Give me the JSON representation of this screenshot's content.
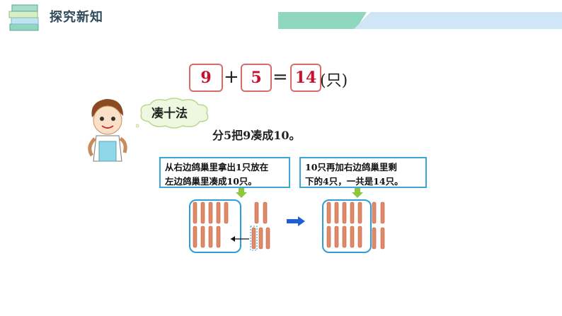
{
  "header": {
    "title": "探究新知",
    "book_icon": "stacked-books-icon",
    "colors": {
      "green": "#8fd7bf",
      "blue": "#cfe6f7"
    }
  },
  "equation": {
    "addend1": "9",
    "plus": "+",
    "addend2": "5",
    "equals": "=",
    "sum": "14",
    "unit": "(只)",
    "box_color": "#d96a6a",
    "number_color": "#c8102e"
  },
  "method": {
    "label": "凑十法",
    "explanation": "分5把9凑成10。"
  },
  "notes": {
    "left_line1": "从右边鸽巢里拿出1只放在",
    "left_line2": "左边鸽巢里凑成10只。",
    "right_line1": "10只再加右边鸽巢里剩",
    "right_line2": "下的4只，一共是14只。"
  },
  "icons": {
    "boy": "boy-illustration",
    "cloud": "thought-cloud-icon",
    "down_arrow": "green-down-arrow-icon",
    "right_arrow": "blue-right-arrow-icon",
    "move_arrow": "move-left-arrow-icon"
  },
  "sticks": {
    "color": "#e08a6a",
    "left_group_count": 9,
    "right_group_before_count": 5,
    "after_group_count": 10,
    "after_remaining_count": 4
  }
}
